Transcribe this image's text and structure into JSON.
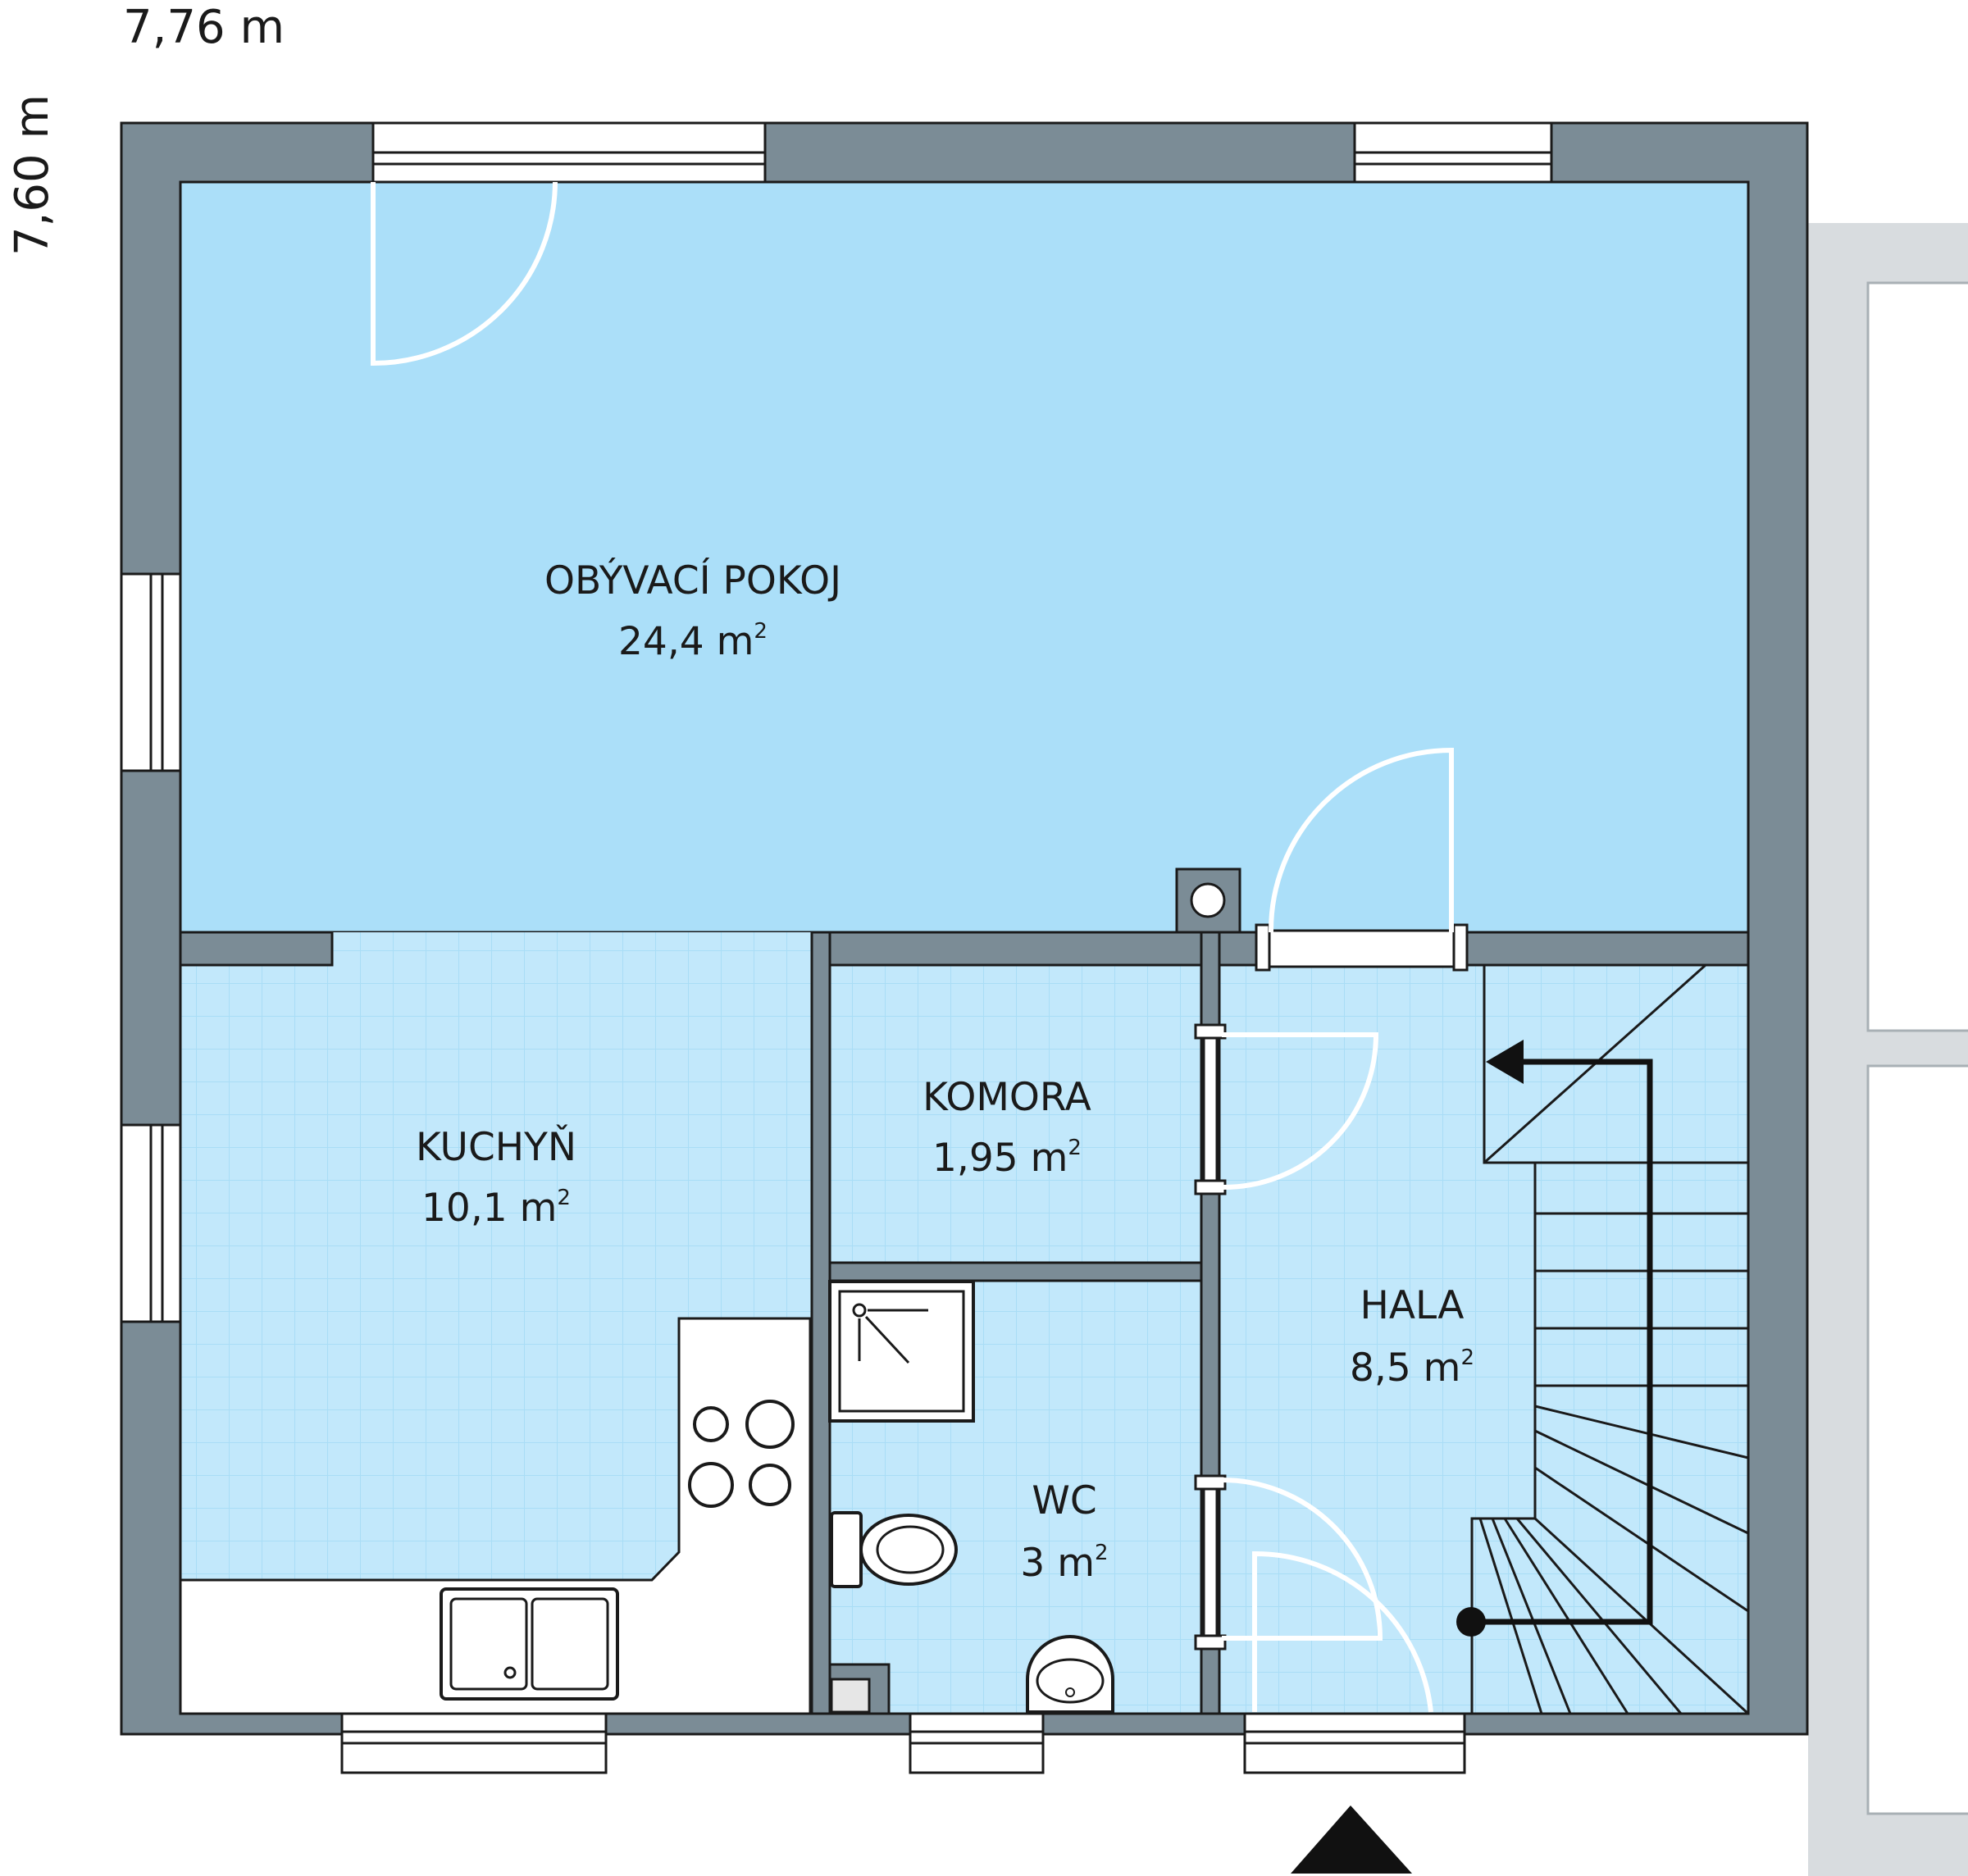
{
  "dimensions": {
    "width": "7,76 m",
    "depth": "7,60 m"
  },
  "rooms": [
    {
      "key": "obyvaci",
      "name": "OBÝVACÍ POKOJ",
      "area": "24,4 m",
      "unit_sup": "2"
    },
    {
      "key": "kuchyn",
      "name": "KUCHYŇ",
      "area": "10,1 m",
      "unit_sup": "2"
    },
    {
      "key": "komora",
      "name": "KOMORA",
      "area": "1,95 m",
      "unit_sup": "2"
    },
    {
      "key": "hala",
      "name": "HALA",
      "area": "8,5 m",
      "unit_sup": "2"
    },
    {
      "key": "wc",
      "name": "WC",
      "area": "3 m",
      "unit_sup": "2"
    }
  ],
  "colors": {
    "wall": "#7b8c96",
    "living_floor": "#abdff9",
    "tile_floor": "#c2e8fb",
    "tile_grid": "#a9ddf6",
    "outline": "#1a1a1a",
    "terrace": "#d8dcdf"
  },
  "icons": [
    "entrance-arrow-icon",
    "chimney-icon",
    "stair-direction-arrow-icon"
  ]
}
